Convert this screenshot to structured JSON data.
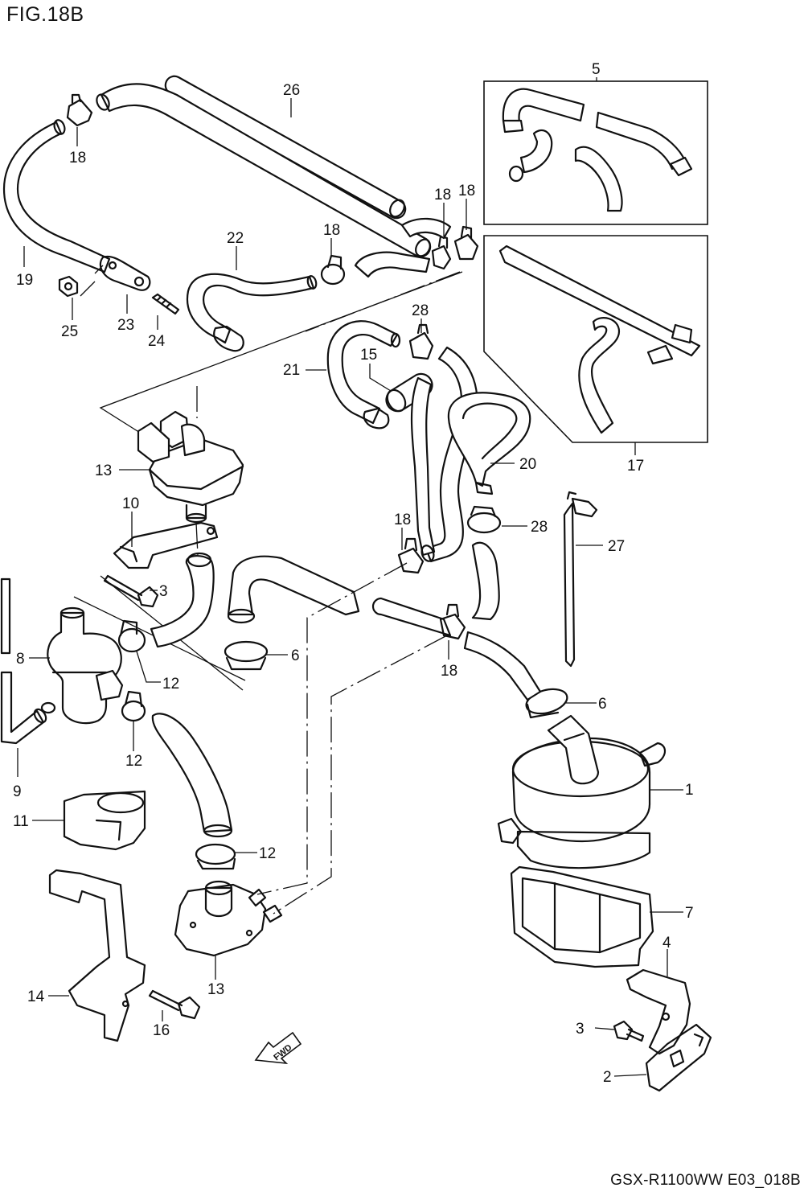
{
  "figure": {
    "title": "FIG.18B",
    "footer": "GSX-R1100WW  E03_018B",
    "direction_marker": "FWD"
  },
  "callouts": [
    {
      "id": "c-1",
      "label": "1"
    },
    {
      "id": "c-2",
      "label": "2"
    },
    {
      "id": "c-3a",
      "label": "3"
    },
    {
      "id": "c-3b",
      "label": "3"
    },
    {
      "id": "c-4",
      "label": "4"
    },
    {
      "id": "c-5",
      "label": "5"
    },
    {
      "id": "c-6a",
      "label": "6"
    },
    {
      "id": "c-6b",
      "label": "6"
    },
    {
      "id": "c-7",
      "label": "7"
    },
    {
      "id": "c-8",
      "label": "8"
    },
    {
      "id": "c-9",
      "label": "9"
    },
    {
      "id": "c-10",
      "label": "10"
    },
    {
      "id": "c-11",
      "label": "11"
    },
    {
      "id": "c-12a",
      "label": "12"
    },
    {
      "id": "c-12b",
      "label": "12"
    },
    {
      "id": "c-12c",
      "label": "12"
    },
    {
      "id": "c-13a",
      "label": "13"
    },
    {
      "id": "c-13b",
      "label": "13"
    },
    {
      "id": "c-14",
      "label": "14"
    },
    {
      "id": "c-15",
      "label": "15"
    },
    {
      "id": "c-16",
      "label": "16"
    },
    {
      "id": "c-17",
      "label": "17"
    },
    {
      "id": "c-18a",
      "label": "18"
    },
    {
      "id": "c-18b",
      "label": "18"
    },
    {
      "id": "c-18c",
      "label": "18"
    },
    {
      "id": "c-18d",
      "label": "18"
    },
    {
      "id": "c-18e",
      "label": "18"
    },
    {
      "id": "c-18f",
      "label": "18"
    },
    {
      "id": "c-19",
      "label": "19"
    },
    {
      "id": "c-20",
      "label": "20"
    },
    {
      "id": "c-21",
      "label": "21"
    },
    {
      "id": "c-22",
      "label": "22"
    },
    {
      "id": "c-23",
      "label": "23"
    },
    {
      "id": "c-24",
      "label": "24"
    },
    {
      "id": "c-25",
      "label": "25"
    },
    {
      "id": "c-26",
      "label": "26"
    },
    {
      "id": "c-27",
      "label": "27"
    },
    {
      "id": "c-28a",
      "label": "28"
    },
    {
      "id": "c-28b",
      "label": "28"
    }
  ]
}
